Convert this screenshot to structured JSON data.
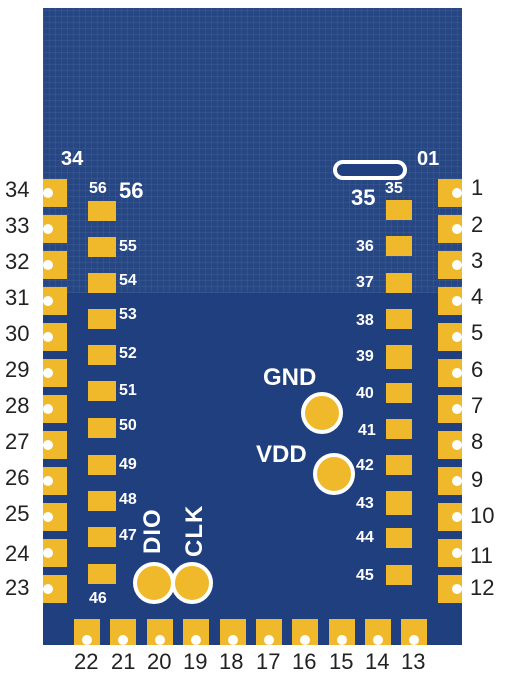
{
  "colors": {
    "board": "#1f3f7f",
    "pad": "#f0b92b",
    "silkscreen": "#ffffff",
    "label": "#222222"
  },
  "corner_labels": {
    "top_left": "34",
    "top_right": "01"
  },
  "right_outer_pins": [
    "1",
    "2",
    "3",
    "4",
    "5",
    "6",
    "7",
    "8",
    "9",
    "10",
    "11",
    "12"
  ],
  "left_outer_pins": [
    "34",
    "33",
    "32",
    "31",
    "30",
    "29",
    "28",
    "27",
    "26",
    "25",
    "24",
    "23"
  ],
  "bottom_pins": [
    "22",
    "21",
    "20",
    "19",
    "18",
    "17",
    "16",
    "15",
    "14",
    "13"
  ],
  "inner_left_labels": [
    "56",
    "55",
    "54",
    "53",
    "52",
    "51",
    "50",
    "49",
    "48",
    "47",
    "46"
  ],
  "inner_left_first_big": "56",
  "inner_right_labels": [
    "35",
    "36",
    "37",
    "38",
    "39",
    "40",
    "41",
    "42",
    "43",
    "44",
    "45"
  ],
  "inner_right_first_big": "35",
  "test_points": {
    "gnd": "GND",
    "vdd": "VDD",
    "dio": "DIO",
    "clk": "CLK"
  }
}
